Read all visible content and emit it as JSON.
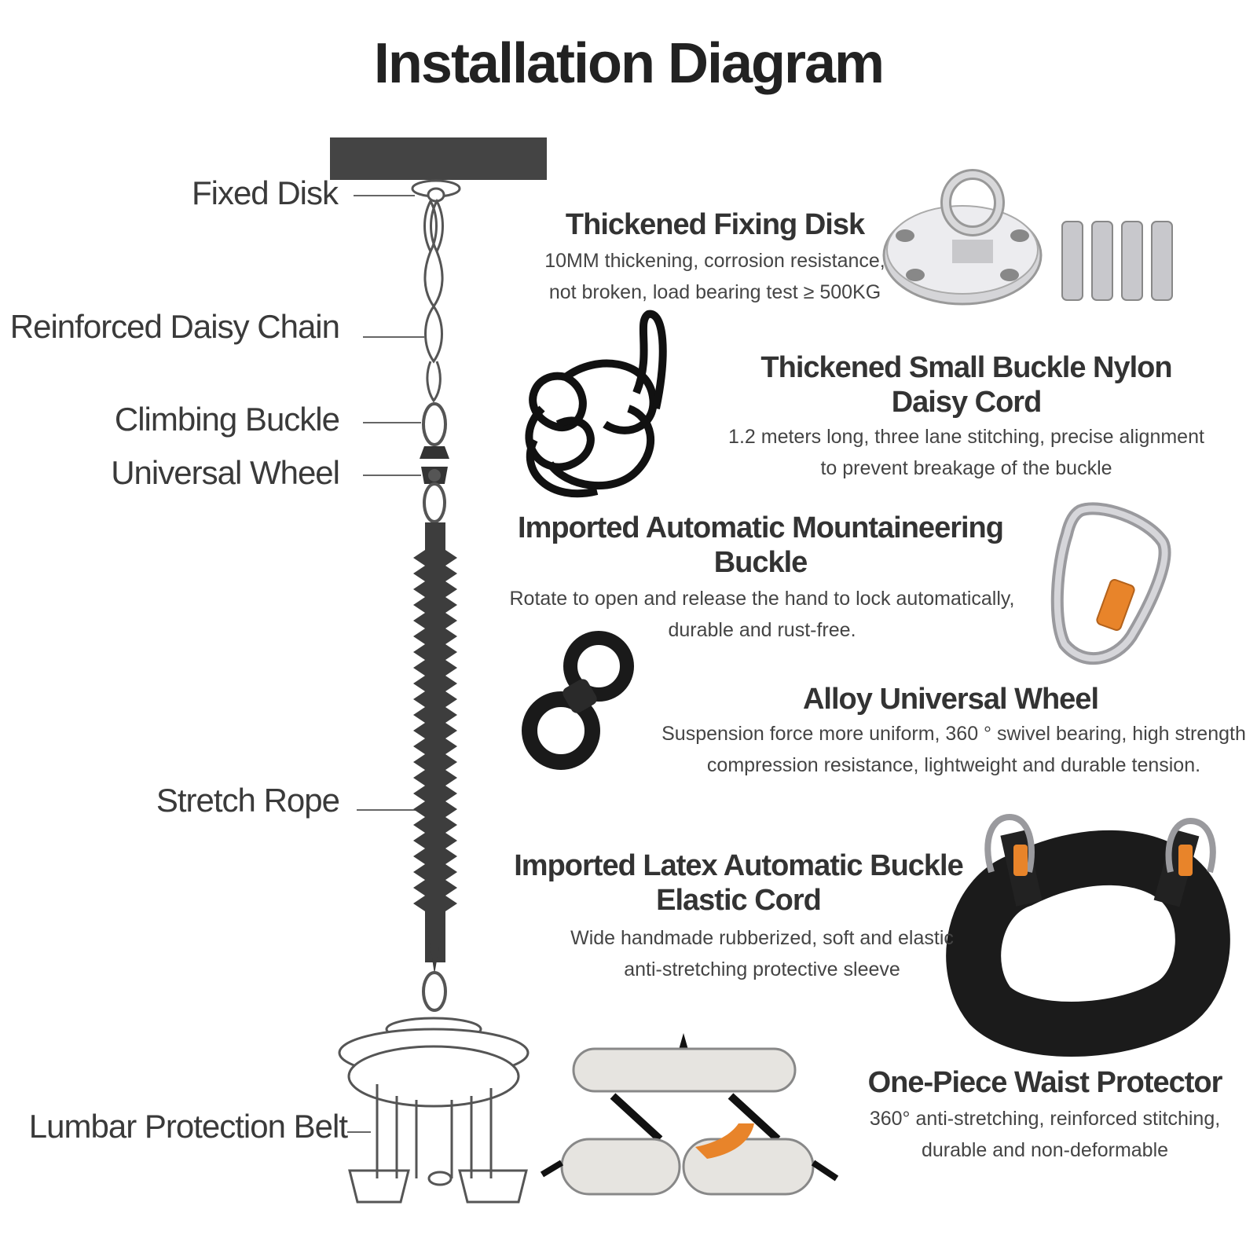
{
  "title": "Installation Diagram",
  "labels": {
    "fixed_disk": "Fixed Disk",
    "daisy_chain": "Reinforced Daisy Chain",
    "climbing_buckle": "Climbing Buckle",
    "universal_wheel": "Universal Wheel",
    "stretch_rope": "Stretch Rope",
    "lumbar_belt": "Lumbar Protection Belt"
  },
  "products": [
    {
      "heading": "Thickened Fixing Disk",
      "lines": [
        "10MM thickening, corrosion resistance,",
        "not broken, load bearing test ≥ 500KG"
      ],
      "icon": "fixing-disk-with-bolts"
    },
    {
      "heading": "Thickened Small Buckle Nylon Daisy Cord",
      "lines": [
        "1.2 meters long, three lane stitching, precise alignment",
        "to prevent breakage of the buckle"
      ],
      "icon": "nylon-daisy-cord"
    },
    {
      "heading": "Imported Automatic Mountaineering Buckle",
      "lines": [
        "Rotate to open and release the hand to lock automatically,",
        "durable and rust-free."
      ],
      "icon": "carabiner"
    },
    {
      "heading": "Alloy Universal Wheel",
      "lines": [
        "Suspension force more uniform, 360 ° swivel bearing, high strength",
        "compression resistance, lightweight and durable tension."
      ],
      "icon": "swivel"
    },
    {
      "heading": "Imported Latex Automatic Buckle Elastic Cord",
      "lines": [
        "Wide handmade rubberized, soft and elastic",
        "anti-stretching protective sleeve"
      ],
      "icon": "elastic-cord-with-carabiners"
    },
    {
      "heading": "One-Piece Waist Protector",
      "lines": [
        "360° anti-stretching, reinforced stitching,",
        "durable and non-deformable"
      ],
      "icon": "waist-harness"
    }
  ],
  "colors": {
    "text": "#333333",
    "rope": "#3d3d3d",
    "ceiling": "#444444",
    "accent_orange": "#e8842a"
  }
}
